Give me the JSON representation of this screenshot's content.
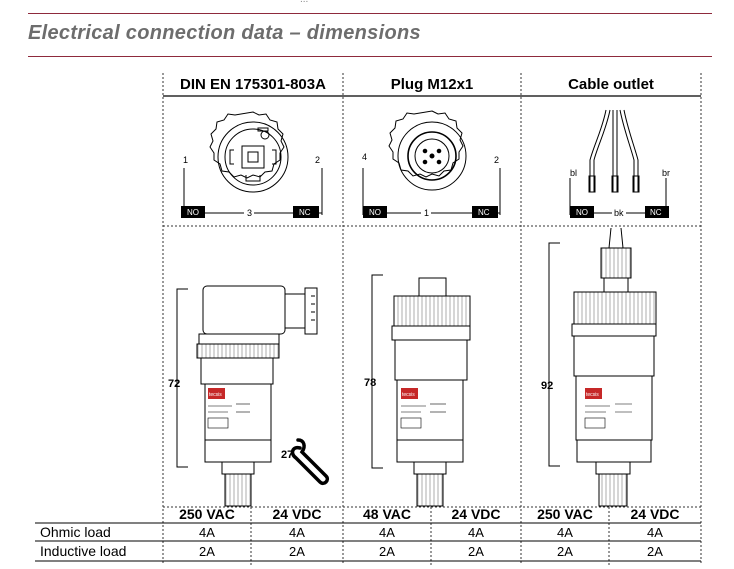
{
  "page": {
    "header_fragment": "...",
    "section_title": "Electrical connection data – dimensions"
  },
  "columns": [
    {
      "name": "DIN EN 175301-803A",
      "pins": {
        "left": "1",
        "right": "2",
        "bottom": "3"
      },
      "boxes": {
        "left": "NO",
        "right": "NC"
      },
      "dimension": "72",
      "wrench": "27",
      "ratings": [
        "250 VAC",
        "24 VDC"
      ]
    },
    {
      "name": "Plug M12x1",
      "pins": {
        "left": "4",
        "right": "2",
        "bottom": "1"
      },
      "boxes": {
        "left": "NO",
        "right": "NC"
      },
      "dimension": "78",
      "ratings": [
        "48 VAC",
        "24 VDC"
      ]
    },
    {
      "name": "Cable outlet",
      "wires": {
        "left": "bl",
        "right": "br",
        "bottom": "bk"
      },
      "boxes": {
        "left": "NO",
        "right": "NC"
      },
      "dimension": "92",
      "ratings": [
        "250 VAC",
        "24 VDC"
      ]
    }
  ],
  "table": {
    "rows": [
      {
        "label": "Ohmic load",
        "values": [
          "4A",
          "4A",
          "4A",
          "4A",
          "4A",
          "4A"
        ]
      },
      {
        "label": "Inductive load",
        "values": [
          "2A",
          "2A",
          "2A",
          "2A",
          "2A",
          "2A"
        ]
      }
    ]
  },
  "brand_label": "tecsis",
  "colors": {
    "rule": "#8e2a3c",
    "title": "#6d6d6d",
    "brand_red": "#c62828"
  }
}
